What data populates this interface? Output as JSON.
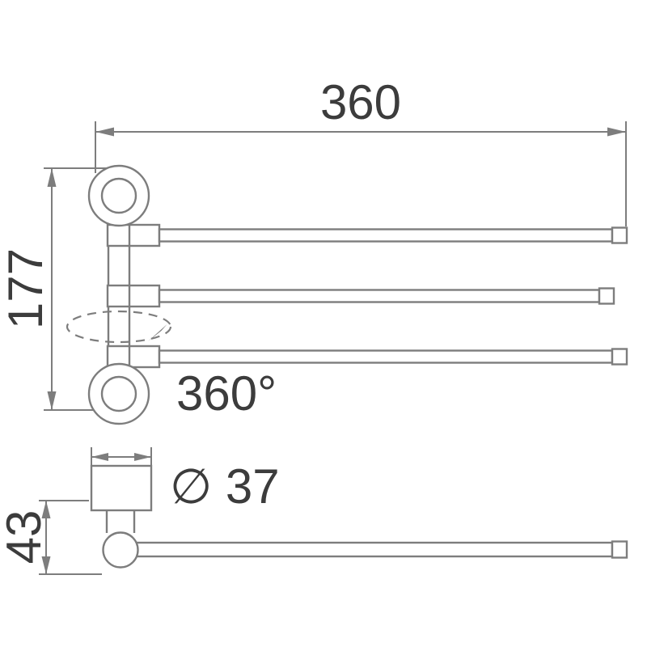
{
  "drawing": {
    "labels": {
      "overall_width": "360",
      "overall_height": "177",
      "swivel_angle": "360°",
      "diameter": "∅ 37",
      "profile_height": "43"
    },
    "colors": {
      "line": "#7d7d7d",
      "text": "#3c3c3c",
      "background": "#ffffff"
    }
  }
}
